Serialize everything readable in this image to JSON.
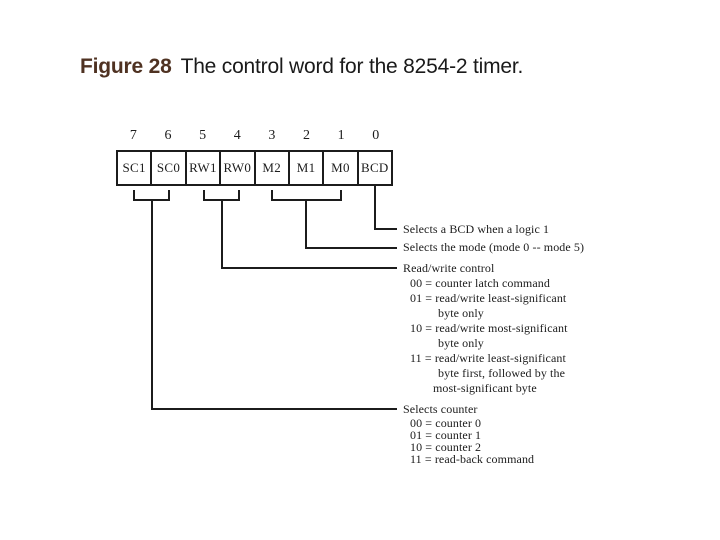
{
  "title": {
    "figure_label": "Figure 28",
    "text": "The control word for the 8254-2 timer."
  },
  "register": {
    "bit_numbers": [
      "7",
      "6",
      "5",
      "4",
      "3",
      "2",
      "1",
      "0"
    ],
    "cells": [
      "SC1",
      "SC0",
      "RW1",
      "RW0",
      "M2",
      "M1",
      "M0",
      "BCD"
    ]
  },
  "annotations": {
    "bcd_line": "Selects a BCD when a logic 1",
    "mode_line": "Selects the mode (mode 0 -- mode 5)",
    "rw_heading": "Read/write control",
    "rw_options": [
      "00 = counter latch command",
      "01 = read/write least-significant",
      "byte only",
      "10 = read/write most-significant",
      "byte only",
      "11 = read/write least-significant",
      "byte first, followed by the",
      "most-significant byte"
    ],
    "counter_heading": "Selects counter",
    "counter_options": [
      "00 = counter 0",
      "01 = counter 1",
      "10 = counter 2",
      "11 = read-back command"
    ]
  },
  "colors": {
    "figure_label_ink": "#4f3222",
    "title_ink": "#1a1a1a",
    "diagram_ink": "#1c1c1c",
    "background": "#ffffff"
  }
}
